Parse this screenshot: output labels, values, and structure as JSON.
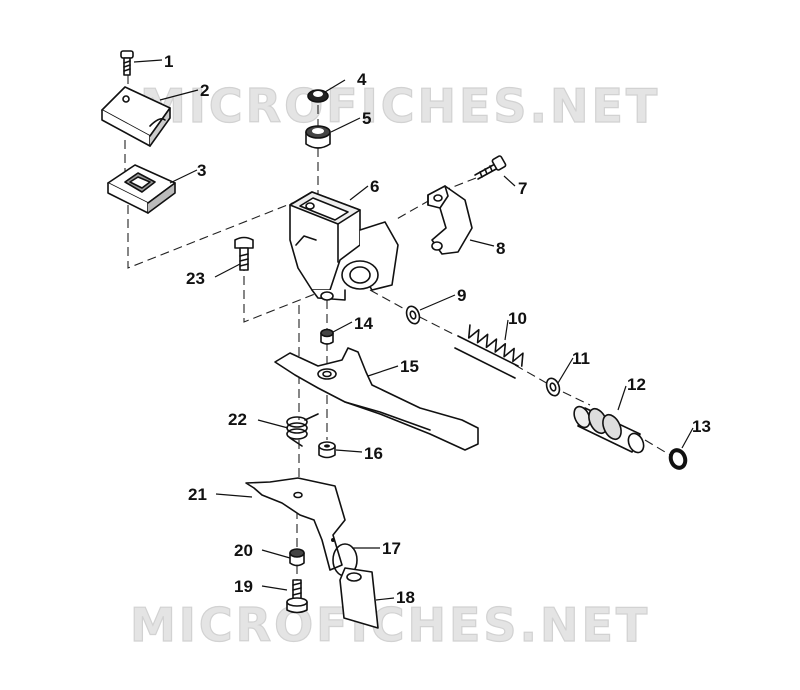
{
  "watermark": {
    "top": "MICROFICHES.NET",
    "bottom": "MICROFICHES.NET"
  },
  "callouts": {
    "c1": "1",
    "c2": "2",
    "c3": "3",
    "c4": "4",
    "c5": "5",
    "c6": "6",
    "c7": "7",
    "c8": "8",
    "c9": "9",
    "c10": "10",
    "c11": "11",
    "c12": "12",
    "c13": "13",
    "c14": "14",
    "c15": "15",
    "c16": "16",
    "c17": "17",
    "c18": "18",
    "c19": "19",
    "c20": "20",
    "c21": "21",
    "c22": "22",
    "c23": "23"
  },
  "colors": {
    "ink": "#111111",
    "watermark": "#e4e4e4",
    "background": "#ffffff"
  }
}
